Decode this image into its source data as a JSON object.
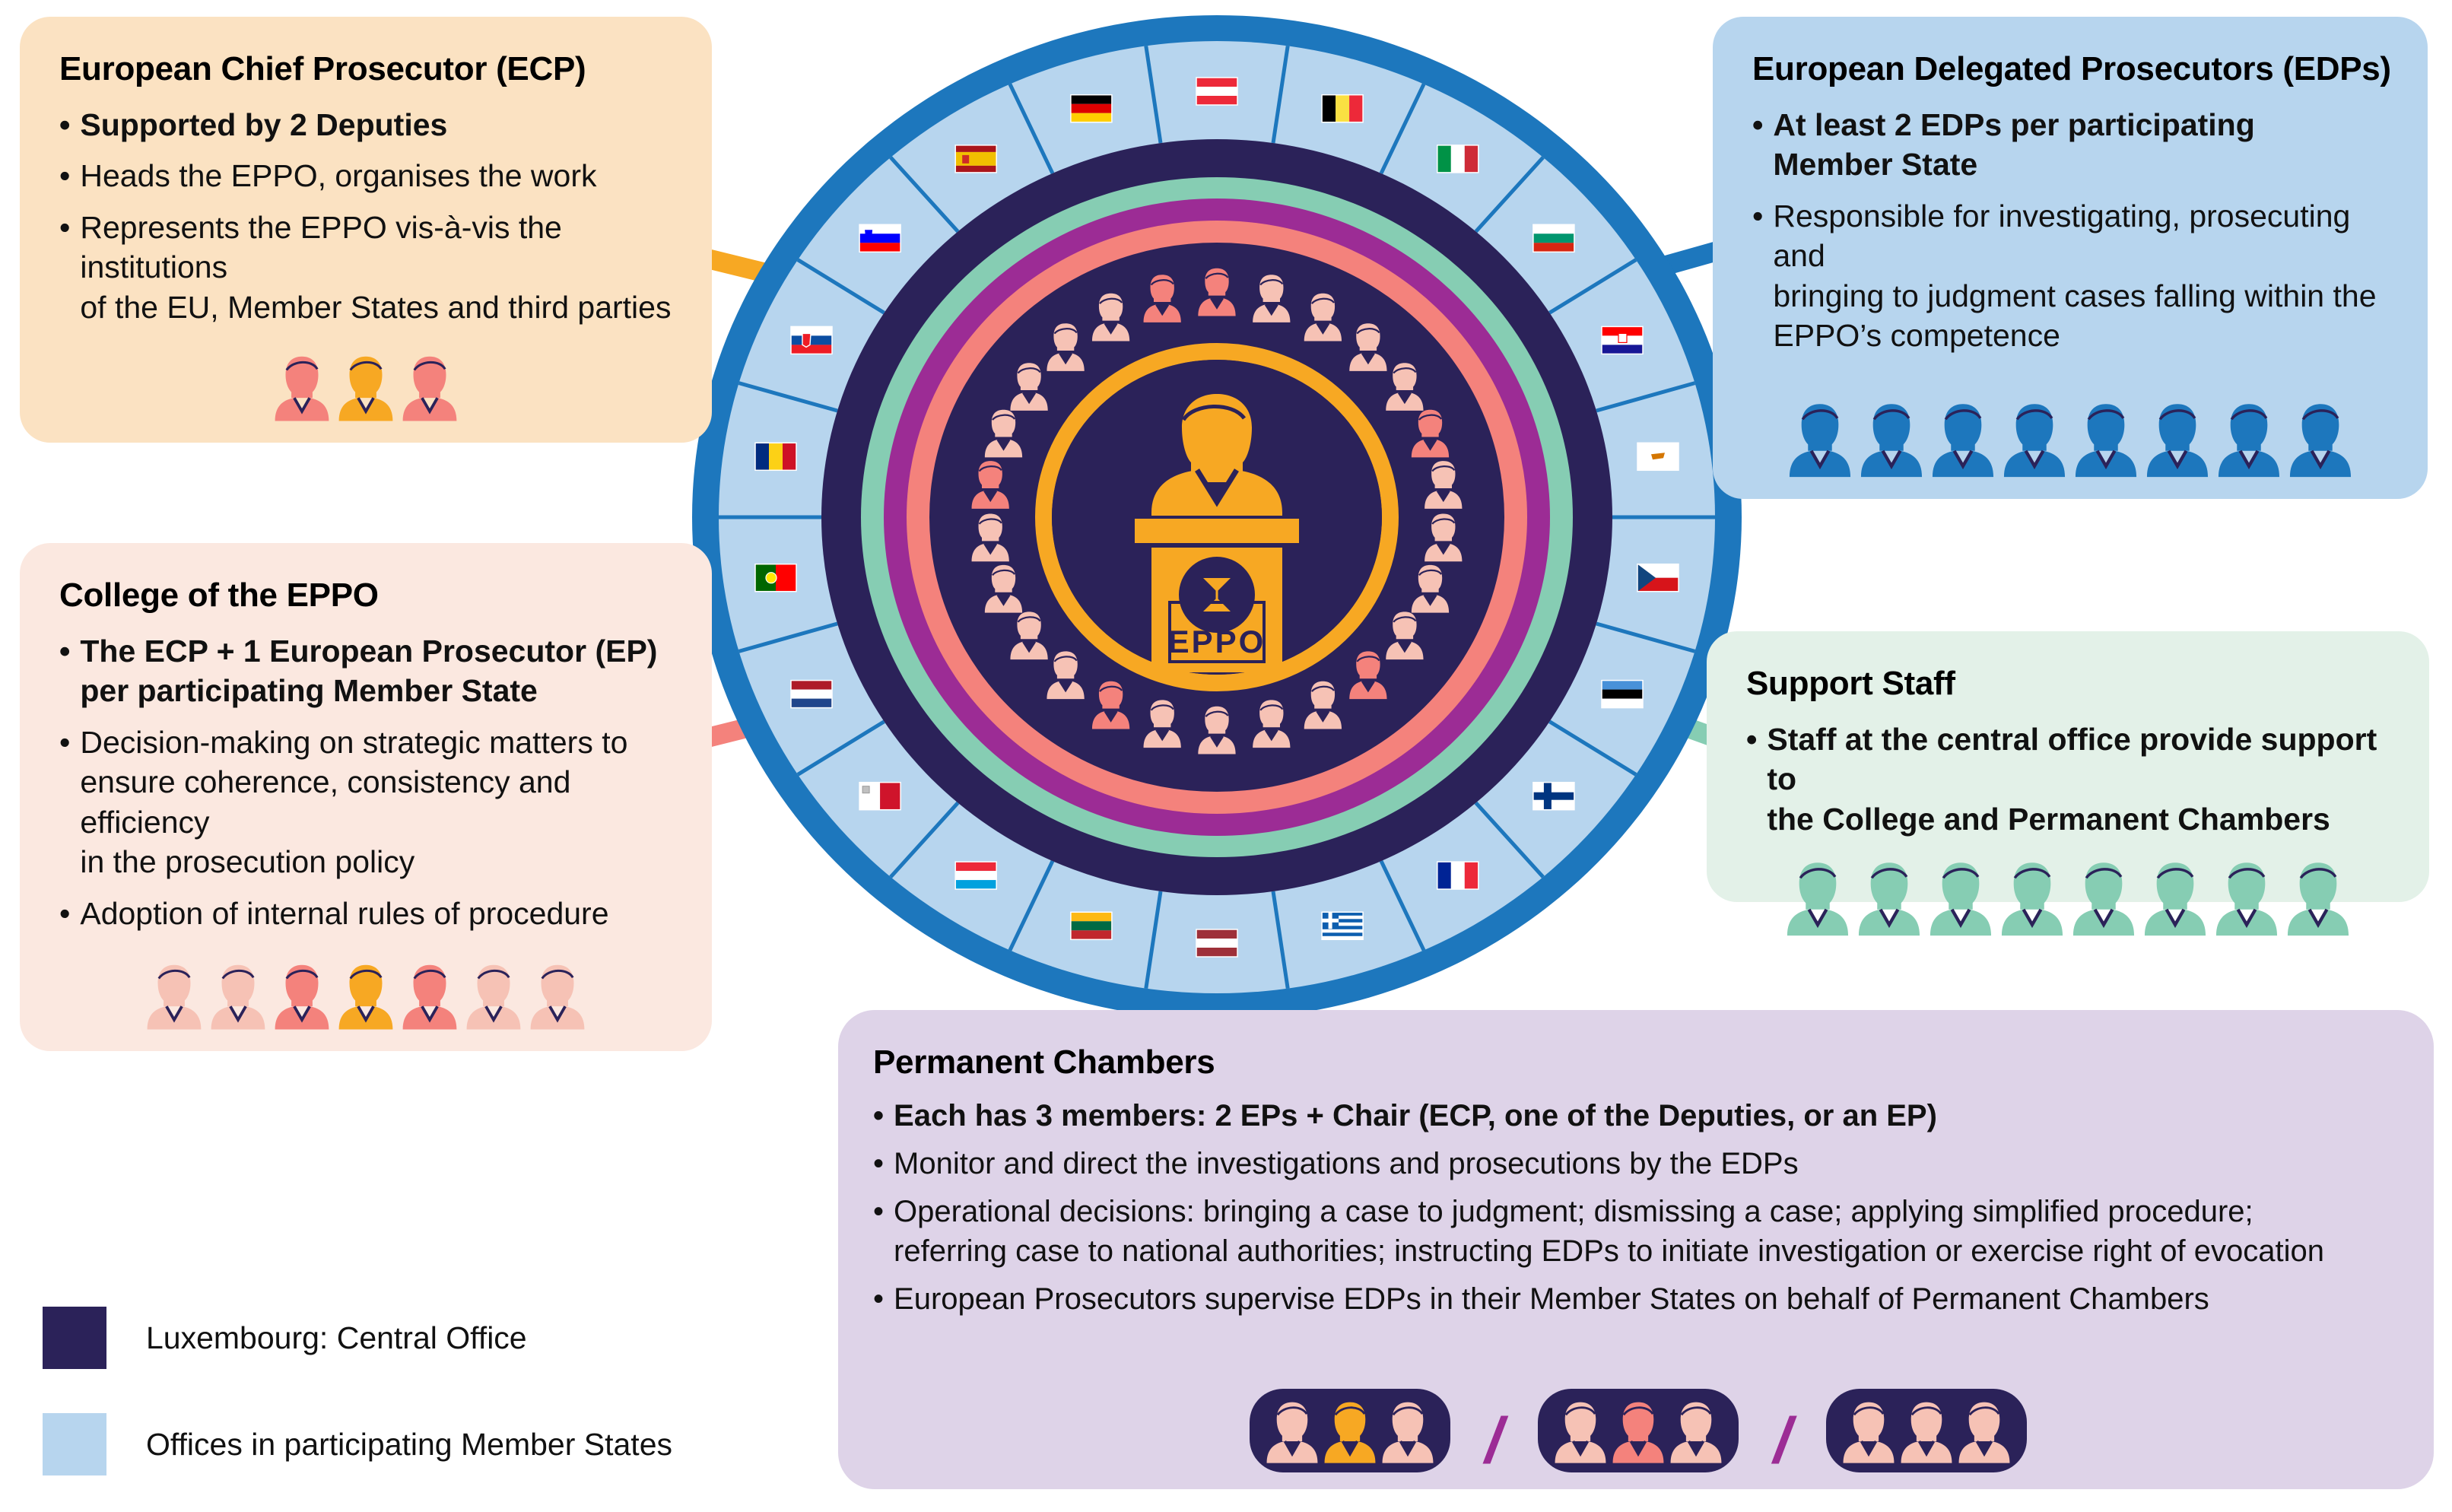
{
  "diagram": {
    "title_center": "EPPO",
    "center_figure": "chief-prosecutor-at-podium",
    "rings": {
      "outer_border": "#1d77bd",
      "member_state_segments": "#b7d5ee",
      "central_office": "#2b2259",
      "support_staff_ring": "#86cdb3",
      "permanent_chambers_ring": "#9c2c95",
      "college_ring": "#f4827c",
      "ecp_ring": "#f7a823"
    },
    "member_states": [
      {
        "code": "AT",
        "name": "Austria"
      },
      {
        "code": "BE",
        "name": "Belgium"
      },
      {
        "code": "IT",
        "name": "Italy"
      },
      {
        "code": "BG",
        "name": "Bulgaria"
      },
      {
        "code": "HR",
        "name": "Croatia"
      },
      {
        "code": "CY",
        "name": "Cyprus"
      },
      {
        "code": "CZ",
        "name": "Czechia"
      },
      {
        "code": "EE",
        "name": "Estonia"
      },
      {
        "code": "FI",
        "name": "Finland"
      },
      {
        "code": "FR",
        "name": "France"
      },
      {
        "code": "GR",
        "name": "Greece"
      },
      {
        "code": "LV",
        "name": "Latvia"
      },
      {
        "code": "LT",
        "name": "Lithuania"
      },
      {
        "code": "LU",
        "name": "Luxembourg"
      },
      {
        "code": "MT",
        "name": "Malta"
      },
      {
        "code": "NL",
        "name": "Netherlands"
      },
      {
        "code": "PT",
        "name": "Portugal"
      },
      {
        "code": "RO",
        "name": "Romania"
      },
      {
        "code": "SK",
        "name": "Slovakia"
      },
      {
        "code": "SI",
        "name": "Slovenia"
      },
      {
        "code": "ES",
        "name": "Spain"
      },
      {
        "code": "DE",
        "name": "Germany"
      }
    ]
  },
  "boxes": {
    "ecp": {
      "title": "European Chief Prosecutor (ECP)",
      "accent": "#f7a823",
      "fill": "#fbe2c2",
      "bullets": [
        {
          "bold": true,
          "lines": [
            "Supported by 2 Deputies"
          ]
        },
        {
          "bold": false,
          "lines": [
            "Heads the EPPO, organises the work"
          ]
        },
        {
          "bold": false,
          "lines": [
            "Represents the EPPO vis-à-vis the institutions",
            "of the EU, Member States and third parties"
          ]
        }
      ],
      "figures": [
        "salmon",
        "gold",
        "salmon"
      ]
    },
    "edp": {
      "title": "European Delegated Prosecutors (EDPs)",
      "accent": "#1d77bd",
      "fill": "#b7d5ee",
      "bullets": [
        {
          "bold": true,
          "lines": [
            "At least 2 EDPs per participating",
            "Member State"
          ]
        },
        {
          "bold": false,
          "lines": [
            "Responsible for investigating, prosecuting and",
            "bringing to judgment cases falling within the",
            "EPPO’s competence"
          ]
        }
      ],
      "figures": [
        "blue",
        "blue",
        "blue",
        "blue",
        "blue",
        "blue",
        "blue",
        "blue"
      ]
    },
    "college": {
      "title": "College of the EPPO",
      "accent": "#f4827c",
      "fill": "#fbe8e0",
      "bullets": [
        {
          "bold": true,
          "lines": [
            "The ECP + 1 European Prosecutor (EP)",
            "per participating Member State"
          ]
        },
        {
          "bold": false,
          "lines": [
            "Decision-making on strategic matters to",
            "ensure coherence, consistency and efficiency",
            "in the prosecution policy"
          ]
        },
        {
          "bold": false,
          "lines": [
            "Adoption of internal rules of procedure"
          ]
        }
      ],
      "figures": [
        "pale",
        "pale",
        "salmon",
        "gold",
        "salmon",
        "pale",
        "pale"
      ]
    },
    "support": {
      "title": "Support Staff",
      "accent": "#86cdb3",
      "fill": "#e3f1e8",
      "bullets": [
        {
          "bold": true,
          "lines": [
            "Staff at the central office provide support to",
            "the College and Permanent Chambers"
          ]
        }
      ],
      "figures": [
        "teal",
        "teal",
        "teal",
        "teal",
        "teal",
        "teal",
        "teal",
        "teal"
      ]
    },
    "chambers": {
      "title": "Permanent Chambers",
      "accent": "#9c2c95",
      "fill": "#ded3e8",
      "bullets": [
        {
          "bold": true,
          "lines": [
            "Each has 3 members: 2 EPs + Chair (ECP, one of the Deputies, or an EP)"
          ]
        },
        {
          "bold": false,
          "lines": [
            "Monitor and direct the investigations and prosecutions by the EDPs"
          ]
        },
        {
          "bold": false,
          "lines": [
            "Operational decisions: bringing a case to judgment; dismissing a case; applying simplified procedure;",
            "referring case to national authorities; instructing EDPs to initiate investigation or exercise right of evocation"
          ]
        },
        {
          "bold": false,
          "lines": [
            "European Prosecutors supervise EDPs in their Member States on behalf of Permanent Chambers"
          ]
        }
      ],
      "groups": [
        {
          "members": [
            "pale",
            "gold",
            "pale"
          ]
        },
        {
          "members": [
            "pale",
            "salmon",
            "pale"
          ]
        },
        {
          "members": [
            "pale",
            "pale",
            "pale"
          ]
        }
      ],
      "separator": "/"
    }
  },
  "legend": {
    "items": [
      {
        "color": "#2b2259",
        "label": "Luxembourg: Central Office"
      },
      {
        "color": "#b7d5ee",
        "label": "Offices in participating Member States"
      }
    ]
  }
}
